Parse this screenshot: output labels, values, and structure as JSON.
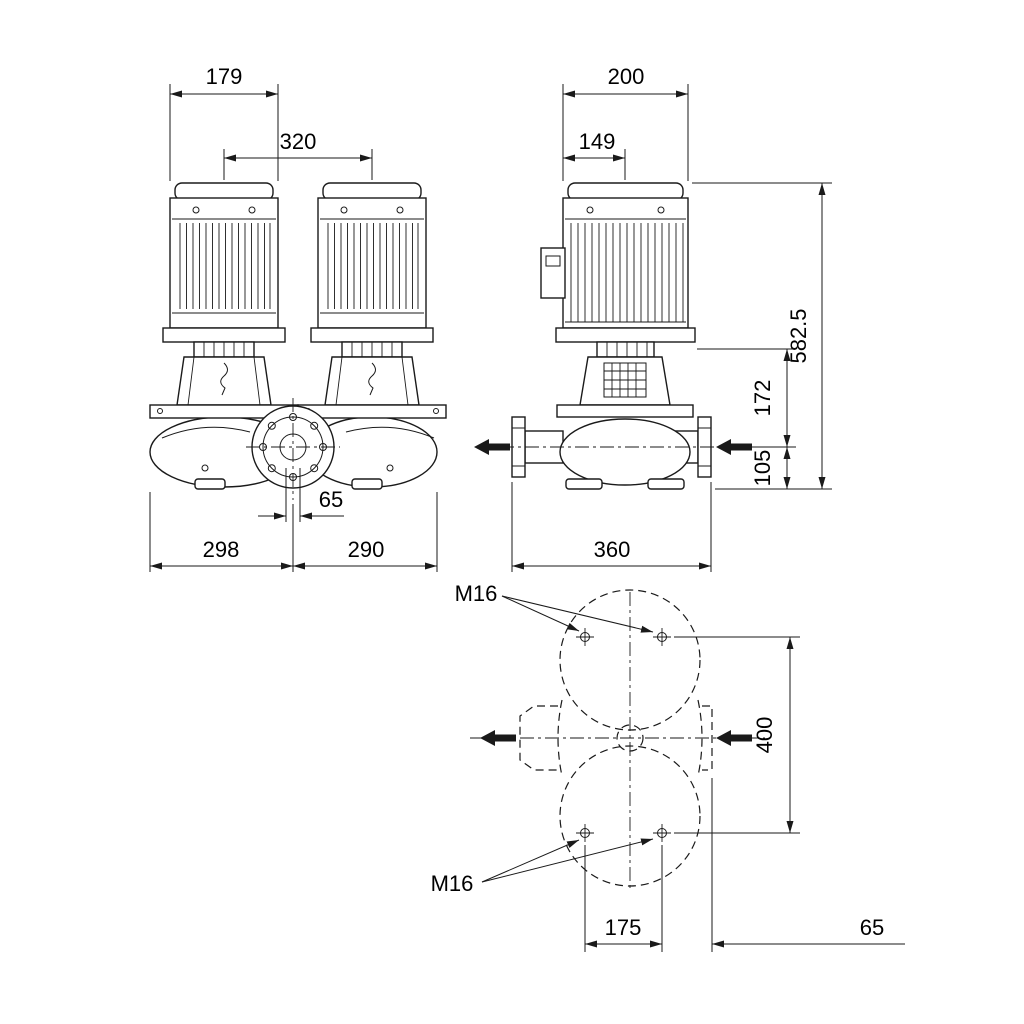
{
  "palette": {
    "ink": "#1a1a1a",
    "paper": "#ffffff"
  },
  "front_view": {
    "motor_width": "179",
    "motor_spacing": "320",
    "port_offset": "65",
    "width_left": "298",
    "width_right": "290"
  },
  "side_view": {
    "motor_width": "200",
    "motor_face_to_center": "149",
    "total_height": "582.5",
    "flange_to_port": "172",
    "port_to_base": "105",
    "base_width": "360"
  },
  "plan_view": {
    "bolt_size_top": "M16",
    "bolt_size_bottom": "M16",
    "overall_length": "400",
    "bolt_spacing": "175",
    "edge_offset": "65"
  }
}
